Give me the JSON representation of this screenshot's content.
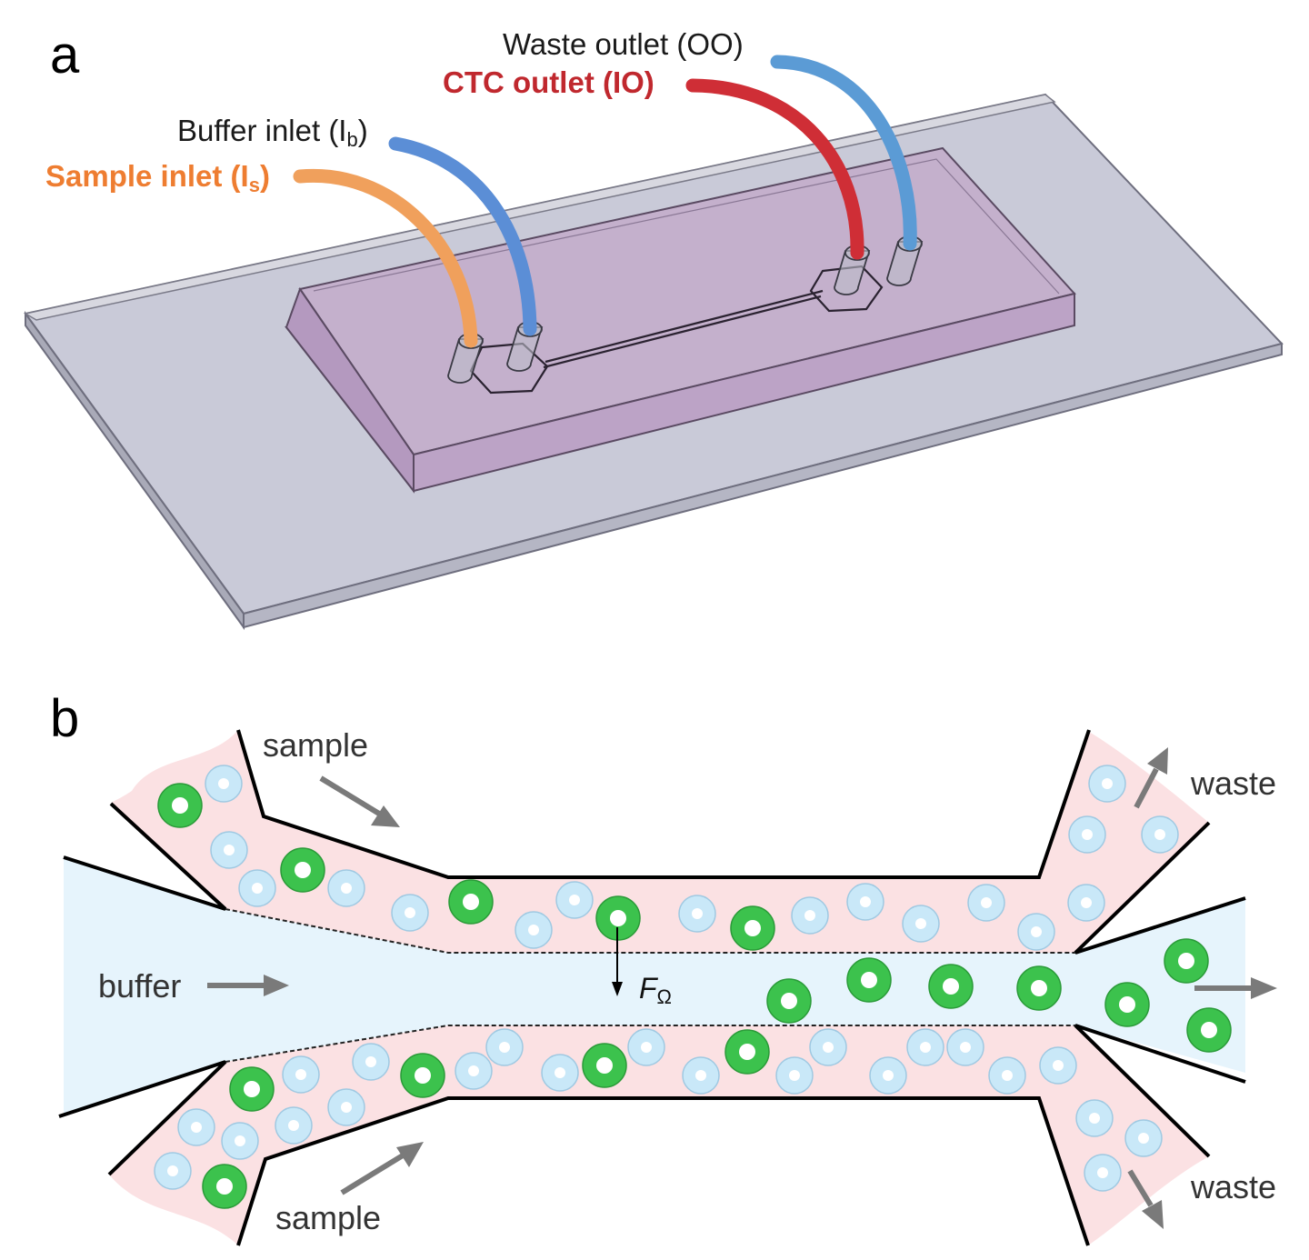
{
  "panels": {
    "a": "a",
    "b": "b"
  },
  "labels": {
    "waste_outlet": "Waste outlet (OO)",
    "ctc_outlet": "CTC outlet (IO)",
    "buffer_inlet": "Buffer inlet (I",
    "buffer_inlet_sub": "b",
    "buffer_inlet_close": ")",
    "sample_inlet": "Sample inlet (I",
    "sample_inlet_sub": "s",
    "sample_inlet_close": ")",
    "sample_top": "sample",
    "sample_bottom": "sample",
    "buffer": "buffer",
    "waste_top": "waste",
    "waste_bottom": "waste",
    "force": "F",
    "force_sub": "Ω"
  },
  "colors": {
    "sample_tube": "#f0a05c",
    "buffer_tube": "#5b8ed6",
    "ctc_tube": "#cf2e36",
    "waste_tube": "#5b9bd5",
    "ctc_label": "#c0282e",
    "sample_label": "#ee7d31",
    "sample_fluid": "#fbe1e3",
    "buffer_fluid": "#e6f4fc",
    "ctc_cell": "#3cc24d",
    "blood_cell": "#c9e8f8",
    "arrow": "#7a7a7a"
  }
}
